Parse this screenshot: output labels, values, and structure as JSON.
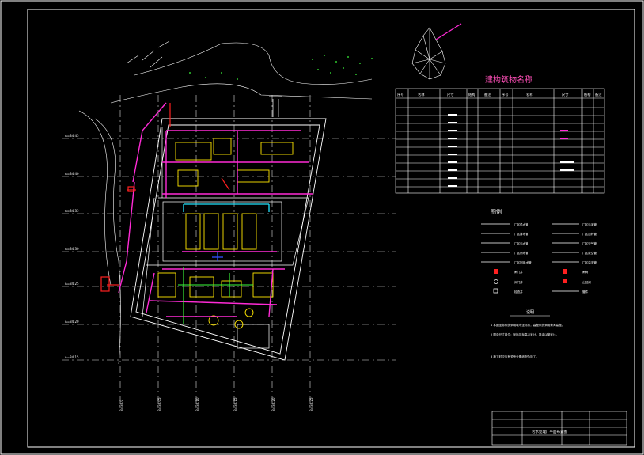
{
  "drawing": {
    "table_title": "建构筑物名称",
    "legend_title": "图例",
    "notes_title": "说明",
    "title_block_text": "污水处理厂平面布置图",
    "table_headers": [
      "序号",
      "名称",
      "尺寸",
      "结构",
      "备注",
      "序号",
      "名称",
      "尺寸",
      "结构",
      "备注"
    ],
    "legend_labels": [
      "厂区给水管",
      "厂区排水管",
      "厂区污水管",
      "厂区雨水管",
      "厂区回用水管",
      "闸门井",
      "阀门井",
      "检查井",
      "厂区污泥管",
      "厂区加药管",
      "厂区空气管",
      "厂区放空管",
      "厂区溢流管",
      "闸阀",
      "止回阀",
      "管件"
    ],
    "notes": [
      "1 本图坐标系统采用城市坐标系，高程系统采用黄海高程。",
      "2 图中尺寸单位：坐标及标高以米计，其余以毫米计。",
      "3 施工时应与有关专业图纸配合施工。"
    ],
    "axis_labels_left": [
      "A=34.45",
      "A=34.40",
      "A=34.35",
      "A=34.30",
      "A=34.25",
      "A=34.20",
      "A=34.15"
    ],
    "axis_labels_bottom": [
      "B=38.0",
      "B=38.05",
      "B=38.10",
      "B=38.15",
      "B=38.20",
      "B=38.25"
    ],
    "colors": {
      "background": "#000000",
      "line": "#ffffff",
      "magenta": "#ff2bd6",
      "yellow": "#ffe600",
      "red": "#ff2020",
      "cyan": "#22e5ff",
      "green": "#3cff3c",
      "blue": "#3050ff"
    }
  }
}
